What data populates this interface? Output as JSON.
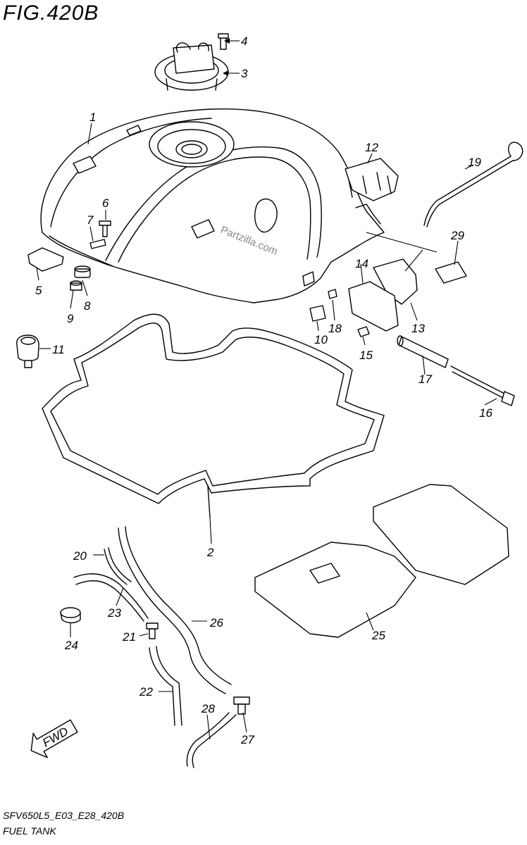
{
  "figure": {
    "title": "FIG.420B",
    "code": "SFV650L5_E03_E28_420B",
    "name": "FUEL TANK",
    "watermark": "Partzilla.com",
    "fwd_label": "FWD"
  },
  "callouts": [
    "1",
    "2",
    "3",
    "4",
    "5",
    "6",
    "7",
    "8",
    "9",
    "10",
    "11",
    "12",
    "13",
    "14",
    "15",
    "16",
    "17",
    "18",
    "19",
    "20",
    "21",
    "22",
    "23",
    "24",
    "25",
    "26",
    "27",
    "28",
    "29"
  ]
}
